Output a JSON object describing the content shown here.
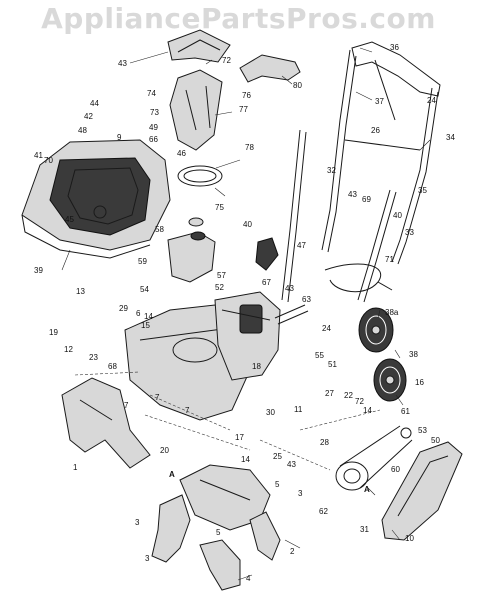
{
  "watermark": "AppliancePartsPros.com",
  "callouts": [
    "36",
    "43",
    "72",
    "73",
    "74",
    "76",
    "80",
    "37",
    "24",
    "34",
    "26",
    "44",
    "42",
    "48",
    "9",
    "49",
    "66",
    "70",
    "41",
    "45",
    "77",
    "46",
    "78",
    "75",
    "32",
    "43",
    "69",
    "35",
    "40",
    "39",
    "58",
    "40",
    "47",
    "33",
    "59",
    "71",
    "57",
    "52",
    "54",
    "13",
    "29",
    "67",
    "43",
    "63",
    "38a",
    "19",
    "14",
    "15",
    "6",
    "23",
    "12",
    "68",
    "18",
    "24",
    "55",
    "51",
    "38",
    "16",
    "7",
    "7",
    "7",
    "1",
    "27",
    "72",
    "22",
    "14",
    "30",
    "11",
    "61",
    "20",
    "17",
    "28",
    "A",
    "14",
    "43",
    "25",
    "53",
    "50",
    "60",
    "A",
    "5",
    "3",
    "62",
    "3",
    "2",
    "5",
    "31",
    "10",
    "3",
    "4"
  ]
}
